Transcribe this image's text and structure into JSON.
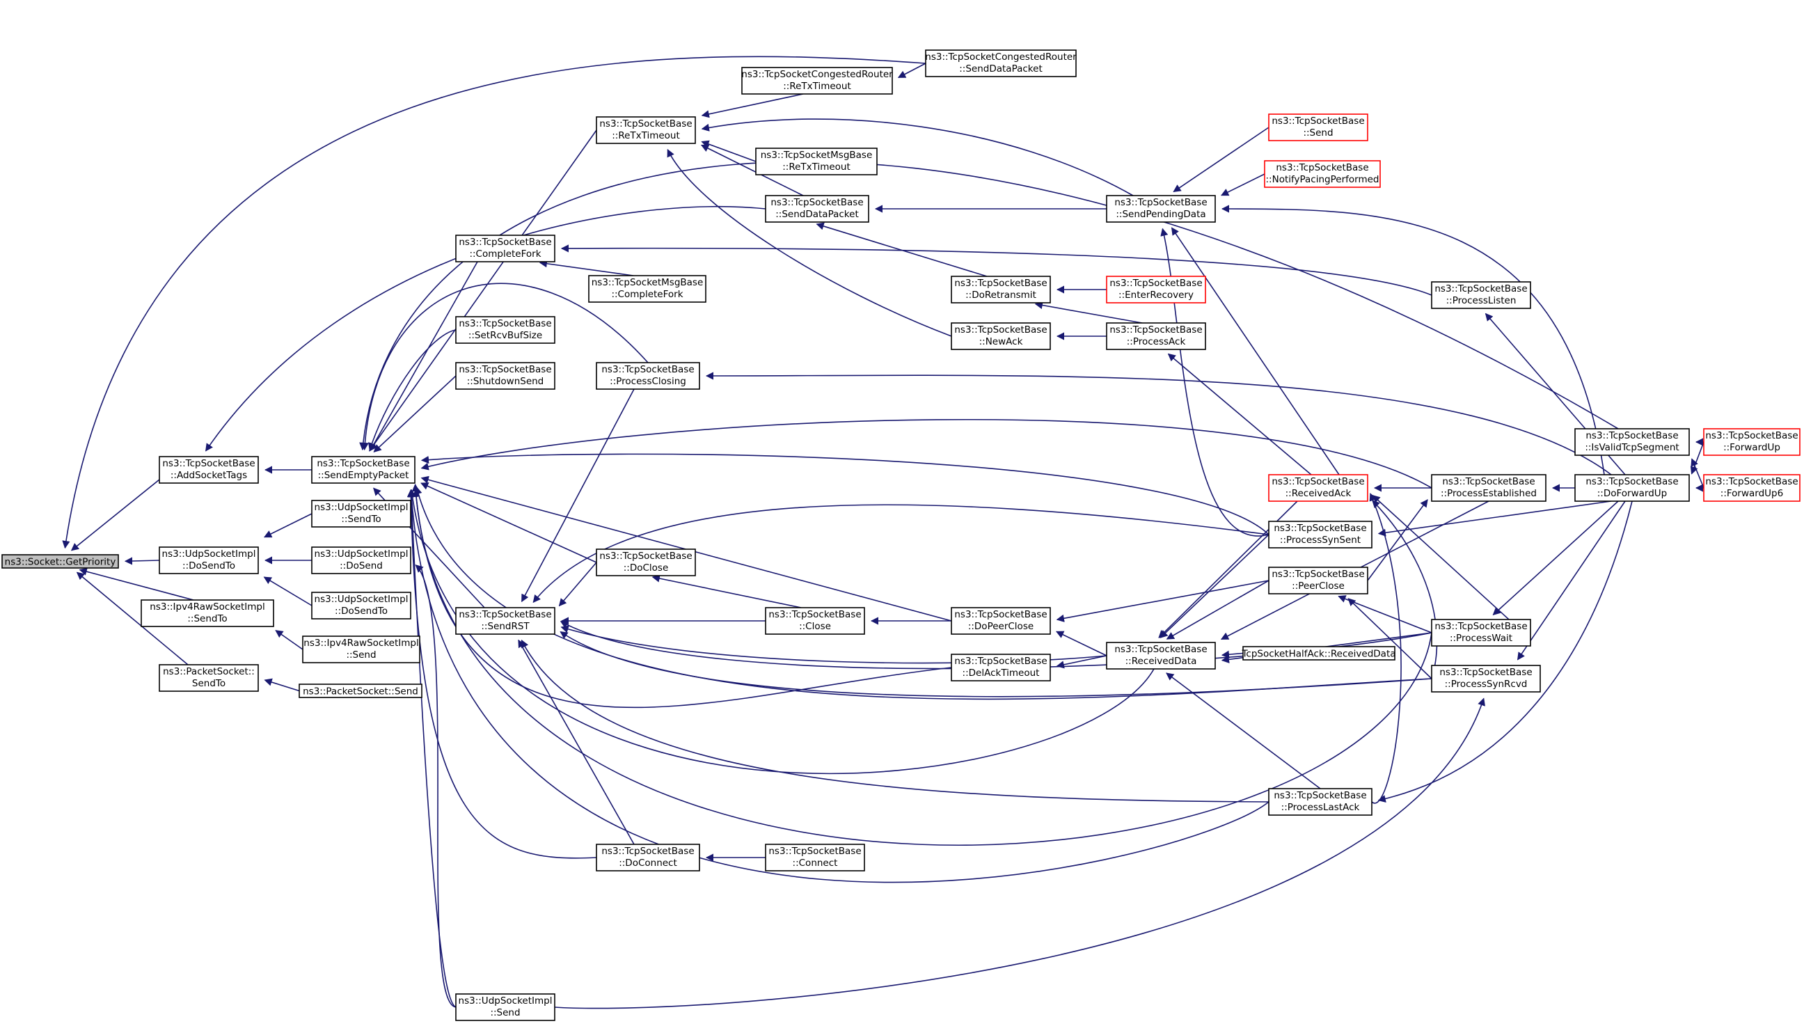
{
  "graph": {
    "edge_color": "#191970",
    "node_border": "#000000",
    "truncated_node_border": "#ff0000",
    "root_fill": "#bfbfbf",
    "nodes": {
      "root": {
        "lines": [
          "ns3::Socket::GetPriority"
        ]
      },
      "addSocketTags": {
        "lines": [
          "ns3::TcpSocketBase",
          "::AddSocketTags"
        ]
      },
      "udpDoSendTo": {
        "lines": [
          "ns3::UdpSocketImpl",
          "::DoSendTo"
        ]
      },
      "ipv4RawSendTo": {
        "lines": [
          "ns3::Ipv4RawSocketImpl",
          "::SendTo"
        ]
      },
      "packetSocketSendTo": {
        "lines": [
          "ns3::PacketSocket::",
          "SendTo"
        ]
      },
      "sendEmptyPacket": {
        "lines": [
          "ns3::TcpSocketBase",
          "::SendEmptyPacket"
        ]
      },
      "udpSendTo": {
        "lines": [
          "ns3::UdpSocketImpl",
          "::SendTo"
        ]
      },
      "udpDoSend": {
        "lines": [
          "ns3::UdpSocketImpl",
          "::DoSend"
        ]
      },
      "udpDoSendTo2": {
        "lines": [
          "ns3::UdpSocketImpl",
          "::DoSendTo"
        ]
      },
      "ipv4RawSend": {
        "lines": [
          "ns3::Ipv4RawSocketImpl",
          "::Send"
        ]
      },
      "packetSocketSend": {
        "lines": [
          "ns3::PacketSocket::Send"
        ]
      },
      "reTxTimeout": {
        "lines": [
          "ns3::TcpSocketBase",
          "::ReTxTimeout"
        ]
      },
      "completeFork": {
        "lines": [
          "ns3::TcpSocketBase",
          "::CompleteFork"
        ]
      },
      "setRcvBufSize": {
        "lines": [
          "ns3::TcpSocketBase",
          "::SetRcvBufSize"
        ]
      },
      "shutdownSend": {
        "lines": [
          "ns3::TcpSocketBase",
          "::ShutdownSend"
        ]
      },
      "sendRST": {
        "lines": [
          "ns3::TcpSocketBase",
          "::SendRST"
        ]
      },
      "udpSend": {
        "lines": [
          "ns3::UdpSocketImpl",
          "::Send"
        ]
      },
      "congestedReTx": {
        "lines": [
          "ns3::TcpSocketCongestedRouter",
          "::ReTxTimeout"
        ]
      },
      "msgReTx": {
        "lines": [
          "ns3::TcpSocketMsgBase",
          "::ReTxTimeout"
        ]
      },
      "sendDataPacket": {
        "lines": [
          "ns3::TcpSocketBase",
          "::SendDataPacket"
        ]
      },
      "msgCompleteFork": {
        "lines": [
          "ns3::TcpSocketMsgBase",
          "::CompleteFork"
        ]
      },
      "processClosing": {
        "lines": [
          "ns3::TcpSocketBase",
          "::ProcessClosing"
        ]
      },
      "doClose": {
        "lines": [
          "ns3::TcpSocketBase",
          "::DoClose"
        ]
      },
      "close": {
        "lines": [
          "ns3::TcpSocketBase",
          "::Close"
        ]
      },
      "doConnect": {
        "lines": [
          "ns3::TcpSocketBase",
          "::DoConnect"
        ]
      },
      "connect": {
        "lines": [
          "ns3::TcpSocketBase",
          "::Connect"
        ]
      },
      "congestedSendData": {
        "lines": [
          "ns3::TcpSocketCongestedRouter",
          "::SendDataPacket"
        ]
      },
      "doRetransmit": {
        "lines": [
          "ns3::TcpSocketBase",
          "::DoRetransmit"
        ]
      },
      "newAck": {
        "lines": [
          "ns3::TcpSocketBase",
          "::NewAck"
        ]
      },
      "doPeerClose": {
        "lines": [
          "ns3::TcpSocketBase",
          "::DoPeerClose"
        ]
      },
      "delAckTimeout": {
        "lines": [
          "ns3::TcpSocketBase",
          "::DelAckTimeout"
        ]
      },
      "sendPendingData": {
        "lines": [
          "ns3::TcpSocketBase",
          "::SendPendingData"
        ]
      },
      "enterRecovery": {
        "lines": [
          "ns3::TcpSocketBase",
          "::EnterRecovery"
        ]
      },
      "processAck": {
        "lines": [
          "ns3::TcpSocketBase",
          "::ProcessAck"
        ]
      },
      "receivedData": {
        "lines": [
          "ns3::TcpSocketBase",
          "::ReceivedData"
        ]
      },
      "send": {
        "lines": [
          "ns3::TcpSocketBase",
          "::Send"
        ]
      },
      "notifyPacing": {
        "lines": [
          "ns3::TcpSocketBase",
          "::NotifyPacingPerformed"
        ]
      },
      "receivedAck": {
        "lines": [
          "ns3::TcpSocketBase",
          "::ReceivedAck"
        ]
      },
      "processSynSent": {
        "lines": [
          "ns3::TcpSocketBase",
          "::ProcessSynSent"
        ]
      },
      "peerClose": {
        "lines": [
          "ns3::TcpSocketBase",
          "::PeerClose"
        ]
      },
      "halfAck": {
        "lines": [
          "TcpSocketHalfAck::ReceivedData"
        ]
      },
      "processLastAck": {
        "lines": [
          "ns3::TcpSocketBase",
          "::ProcessLastAck"
        ]
      },
      "processListen": {
        "lines": [
          "ns3::TcpSocketBase",
          "::ProcessListen"
        ]
      },
      "processEstablished": {
        "lines": [
          "ns3::TcpSocketBase",
          "::ProcessEstablished"
        ]
      },
      "processWait": {
        "lines": [
          "ns3::TcpSocketBase",
          "::ProcessWait"
        ]
      },
      "processSynRcvd": {
        "lines": [
          "ns3::TcpSocketBase",
          "::ProcessSynRcvd"
        ]
      },
      "isValidTcpSegment": {
        "lines": [
          "ns3::TcpSocketBase",
          "::IsValidTcpSegment"
        ]
      },
      "doForwardUp": {
        "lines": [
          "ns3::TcpSocketBase",
          "::DoForwardUp"
        ]
      },
      "forwardUp": {
        "lines": [
          "ns3::TcpSocketBase",
          "::ForwardUp"
        ]
      },
      "forwardUp6": {
        "lines": [
          "ns3::TcpSocketBase",
          "::ForwardUp6"
        ]
      }
    }
  }
}
